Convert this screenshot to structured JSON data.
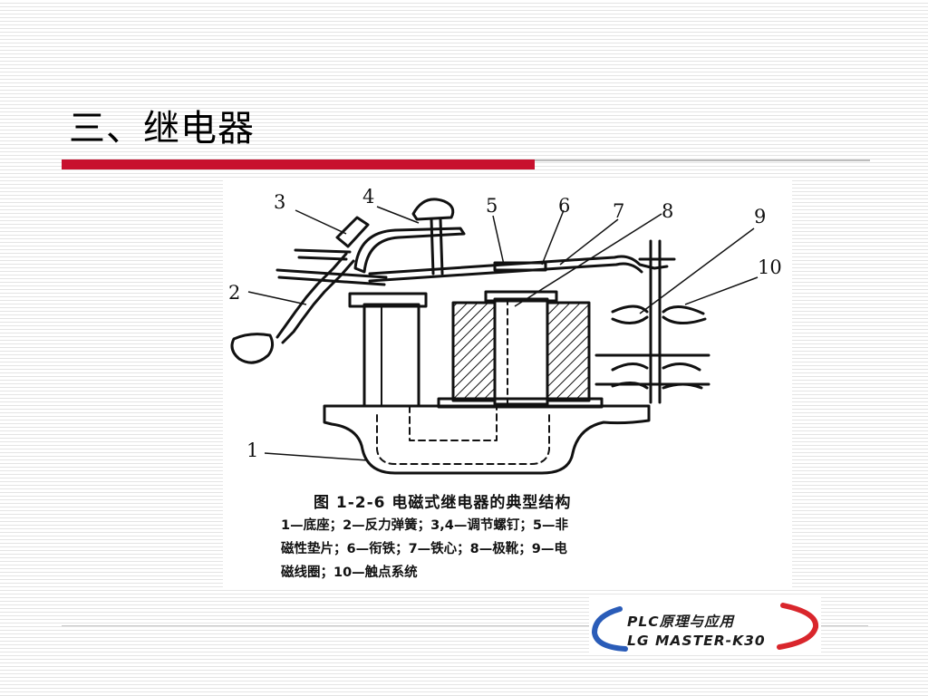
{
  "slide": {
    "title": "三、继电器"
  },
  "figure": {
    "labels": {
      "l1": "1",
      "l2": "2",
      "l3": "3",
      "l4": "4",
      "l5": "5",
      "l6": "6",
      "l7": "7",
      "l8": "8",
      "l9": "9",
      "l10": "10"
    },
    "caption_title": "图 1-2-6  电磁式继电器的典型结构",
    "caption_line1": "1—底座；2—反力弹簧；3,4—调节螺钉；5—非",
    "caption_line2": "磁性垫片；6—衔铁；7—铁心；8—极靴；9—电",
    "caption_line3": "磁线圈；10—触点系统"
  },
  "footer": {
    "logo_line1": "PLC原理与应用",
    "logo_line2": "LG MASTER-K30",
    "swoosh_colors": {
      "blue": "#2a5cb8",
      "red": "#d9262c"
    }
  },
  "colors": {
    "accent_red": "#c8102e",
    "divider_gray": "#bdbdbd"
  }
}
